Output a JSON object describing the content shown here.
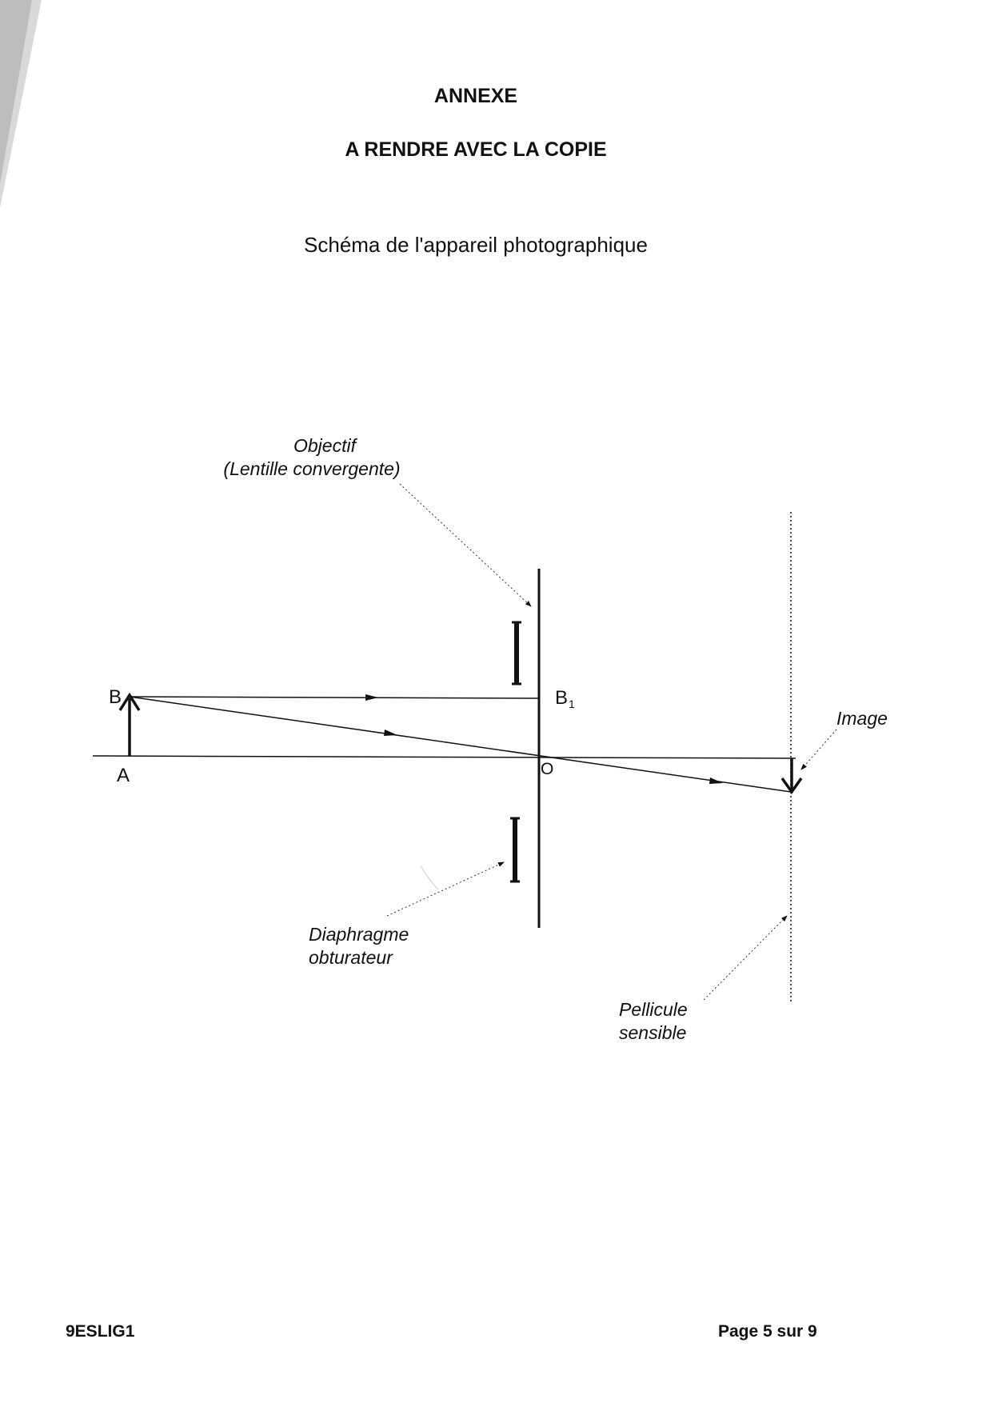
{
  "header": {
    "title": "ANNEXE",
    "subtitle": "A RENDRE AVEC LA COPIE",
    "heading": "Schéma de l'appareil photographique"
  },
  "diagram": {
    "labels": {
      "objectif_line1": "Objectif",
      "objectif_line2": "(Lentille convergente)",
      "point_B": "B",
      "point_B1": "B",
      "point_B1_subscript": "1",
      "point_A": "A",
      "point_O": "O",
      "image": "Image",
      "diaphragme_line1": "Diaphragme",
      "diaphragme_line2": "obturateur",
      "pellicule_line1": "Pellicule",
      "pellicule_line2": "sensible"
    }
  },
  "footer": {
    "code": "9ESLIG1",
    "page": "Page 5 sur 9"
  }
}
